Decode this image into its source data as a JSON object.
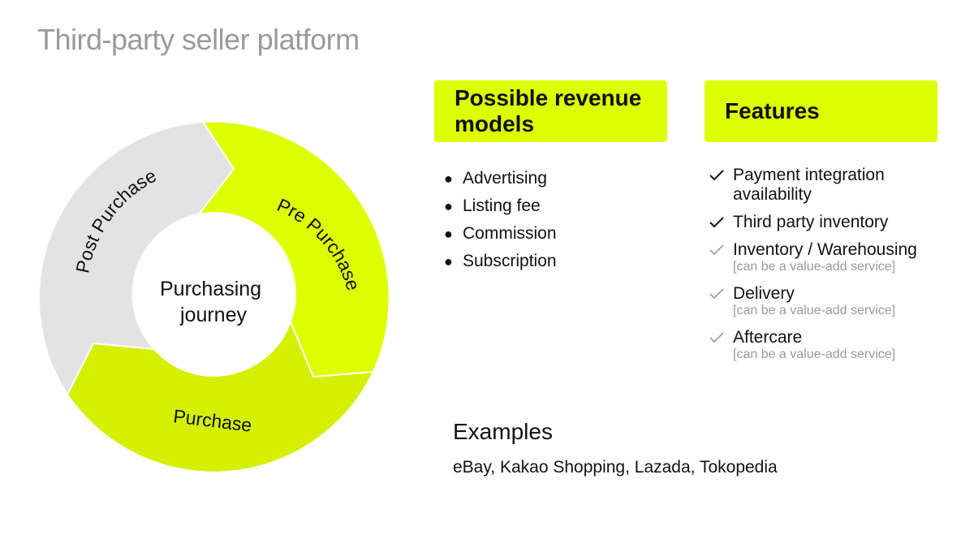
{
  "page": {
    "title": "Third-party seller platform"
  },
  "cycle": {
    "center": "Purchasing journey",
    "segments": {
      "pre": "Pre Purchase",
      "purchase": "Purchase",
      "post": "Post Purchase"
    },
    "colors": {
      "pre": "#ddff00",
      "purchase": "#d4f000",
      "post": "#e3e3e3"
    }
  },
  "revenue": {
    "title": "Possible revenue models",
    "items": [
      {
        "label": "Advertising"
      },
      {
        "label": "Listing fee"
      },
      {
        "label": "Commission"
      },
      {
        "label": "Subscription"
      }
    ]
  },
  "features": {
    "title": "Features",
    "items": [
      {
        "label": "Payment integration availability",
        "note": "",
        "status": "included"
      },
      {
        "label": "Third party inventory",
        "note": "",
        "status": "included"
      },
      {
        "label": "Inventory / Warehousing",
        "note": "[can be a value-add service]",
        "status": "optional"
      },
      {
        "label": "Delivery",
        "note": "[can be a value-add service]",
        "status": "optional"
      },
      {
        "label": "Aftercare",
        "note": "[can be a value-add service]",
        "status": "optional"
      }
    ]
  },
  "examples": {
    "title": "Examples",
    "text": "eBay, Kakao Shopping, Lazada, Tokopedia"
  },
  "colors": {
    "accent": "#ddff00",
    "accent_dark": "#d4f000",
    "neutral": "#e3e3e3",
    "muted_text": "#9a9a9a",
    "text": "#111111",
    "check_included": "#111111",
    "check_optional": "#9a9a9a"
  }
}
